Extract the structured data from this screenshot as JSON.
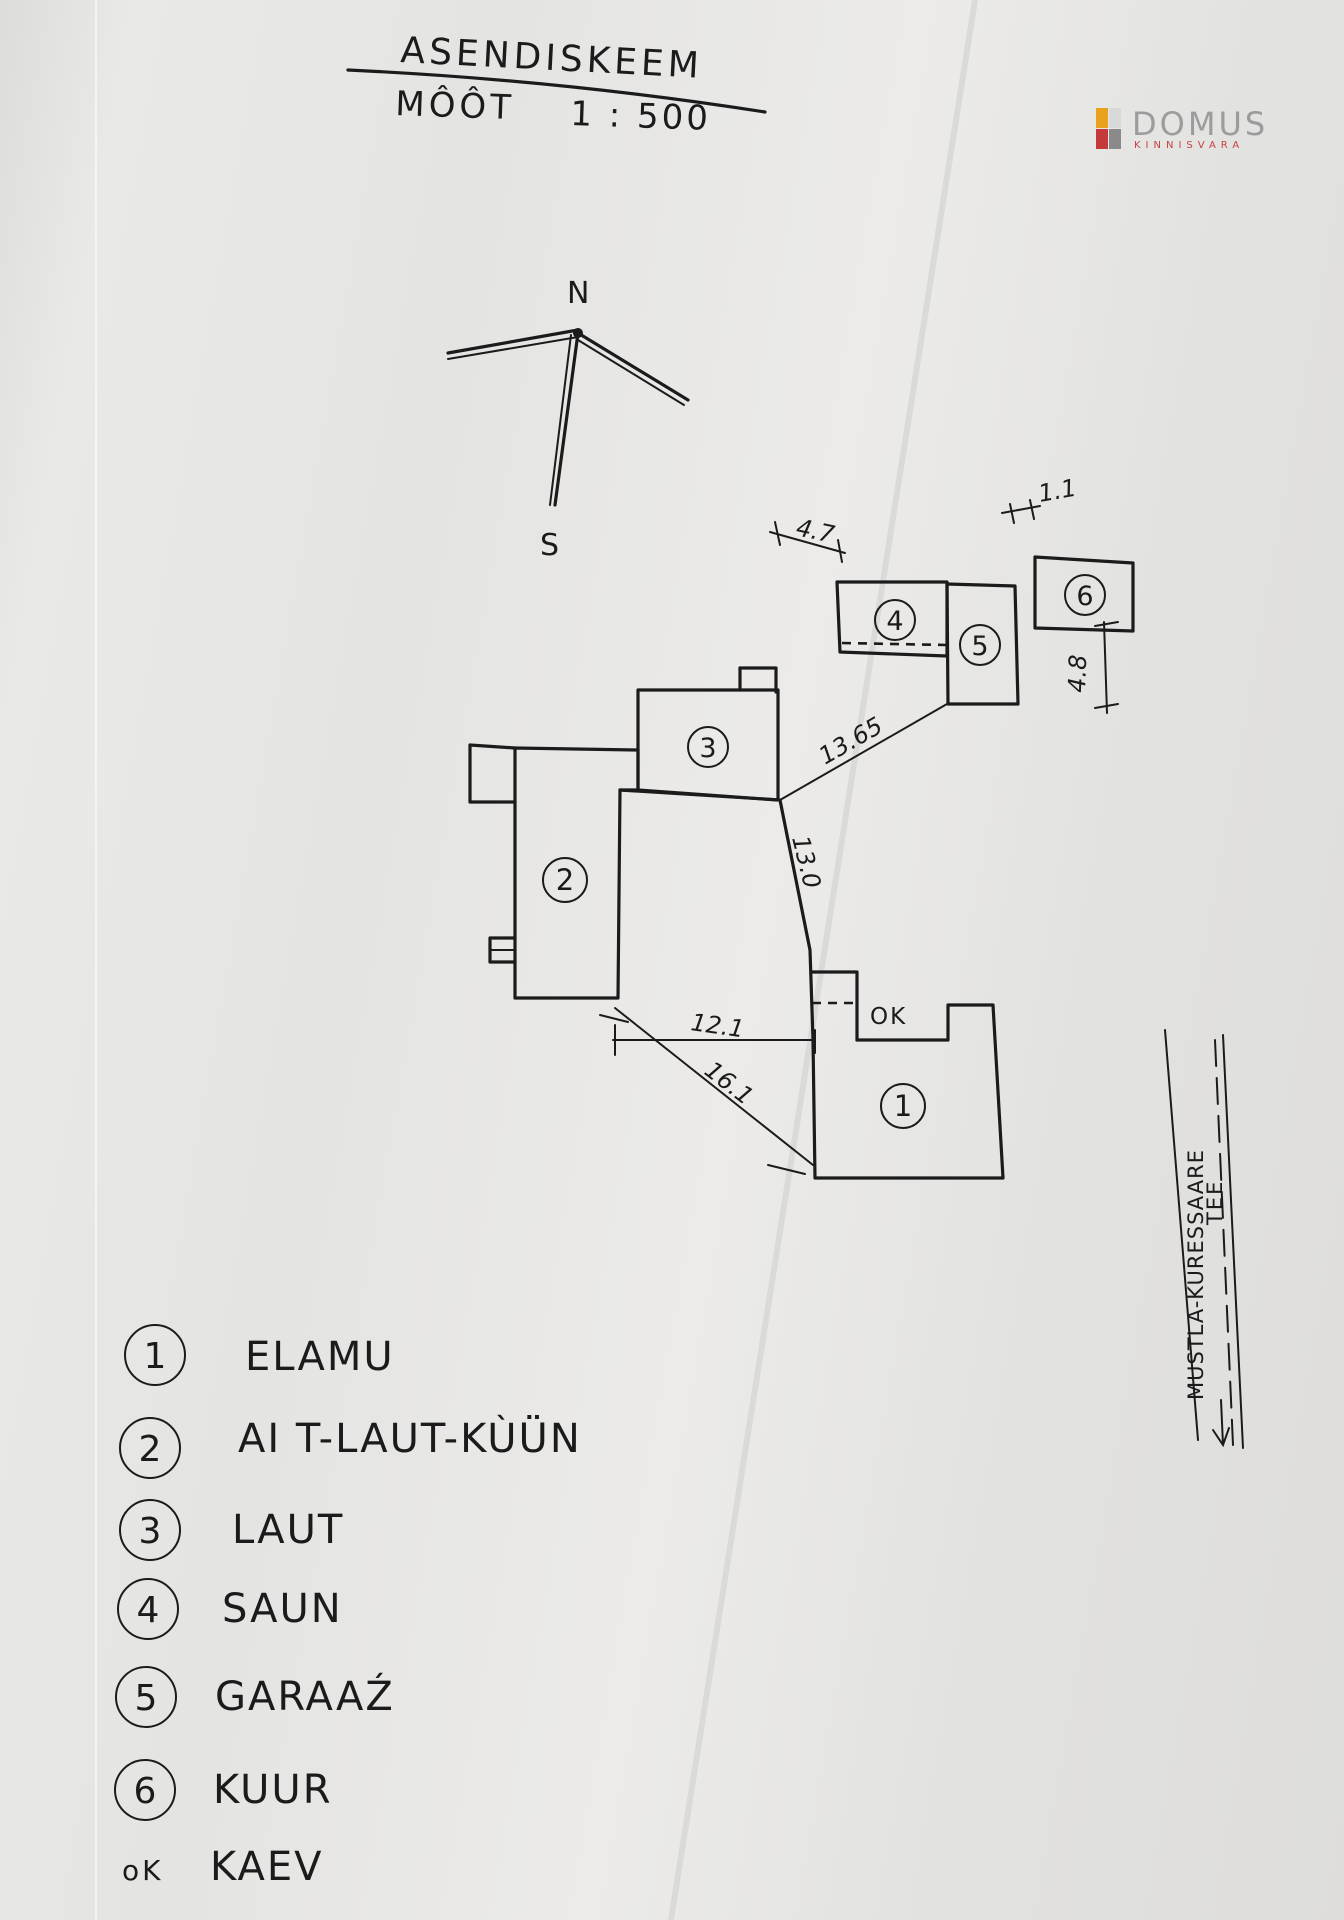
{
  "title": "ASENDISKEEM",
  "scale": {
    "label": "MÔÔT",
    "value": "1 : 500"
  },
  "compass": {
    "north": "N",
    "south": "S"
  },
  "logo": {
    "name": "DOMUS",
    "sub": "KINNISVARA"
  },
  "buildings": [
    {
      "num": "1",
      "name": "ELAMU"
    },
    {
      "num": "2",
      "name": "AI T-LAUT-KÙÜN"
    },
    {
      "num": "3",
      "name": "LAUT"
    },
    {
      "num": "4",
      "name": "SAUN"
    },
    {
      "num": "5",
      "name": "GARAAŹ"
    },
    {
      "num": "6",
      "name": "KUUR"
    }
  ],
  "well": {
    "abbr": "OK",
    "legend_abbr": "oK",
    "name": "KAEV"
  },
  "dimensions": {
    "d1": "13.65",
    "d2": "13.0",
    "d3": "12.1",
    "d4": "16.1",
    "d5": "4.7",
    "d6": "1.1",
    "d7": "4.8"
  },
  "road": {
    "name": "MUSTLA-KURESSAARE",
    "type": "TEE"
  }
}
